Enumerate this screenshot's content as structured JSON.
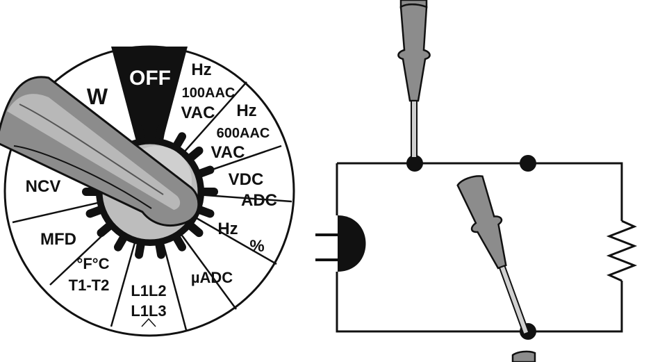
{
  "dial": {
    "positions": [
      {
        "id": "off",
        "lines": [
          "OFF"
        ]
      },
      {
        "id": "hz-100a-vac",
        "lines": [
          "Hz",
          "100AAC",
          "VAC"
        ]
      },
      {
        "id": "hz-600a-vac",
        "lines": [
          "Hz",
          "600AAC",
          "VAC"
        ]
      },
      {
        "id": "vdc-adc",
        "lines": [
          "VDC",
          "ADC"
        ]
      },
      {
        "id": "hz-percent",
        "lines": [
          "Hz",
          "%"
        ]
      },
      {
        "id": "uadc",
        "lines": [
          "µADC"
        ]
      },
      {
        "id": "l1l2-l1l3",
        "lines": [
          "L1L2",
          "L1L3"
        ]
      },
      {
        "id": "temp",
        "lines": [
          "°F°C",
          "T1-T2"
        ]
      },
      {
        "id": "mfd",
        "lines": [
          "MFD"
        ]
      },
      {
        "id": "ncv",
        "lines": [
          "NCV"
        ]
      },
      {
        "id": "watts",
        "lines": [
          "W"
        ]
      }
    ],
    "selected": "watts"
  },
  "colors": {
    "ink": "#111111",
    "probe_fill": "#8c8c8c",
    "knob_fill": "#bdbdbd",
    "off_sector": "#111111"
  },
  "circuit": {
    "components": [
      "plug",
      "resistor",
      "node-top-left",
      "node-top-right",
      "node-bottom-right"
    ],
    "probes": [
      "probe-top",
      "probe-diagonal",
      "probe-bottom"
    ]
  }
}
